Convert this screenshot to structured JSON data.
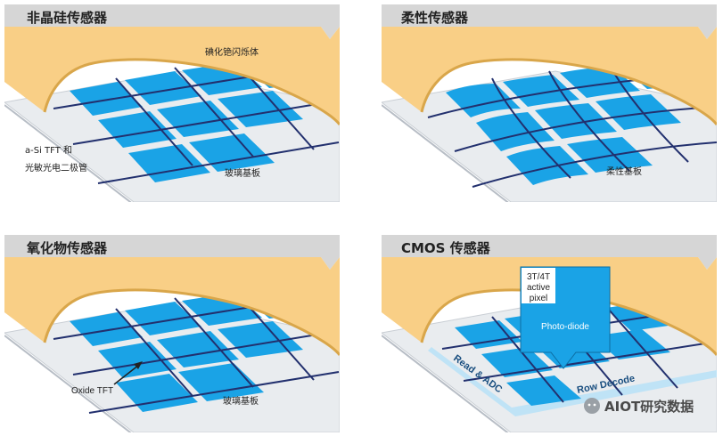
{
  "panels": {
    "amorphous": {
      "title": "非晶硅传感器",
      "scintillator_label": "碘化铯闪烁体",
      "tft_label_line1": "a-Si TFT 和",
      "tft_label_line2": "光敏光电二极管",
      "substrate_label": "玻璃基板"
    },
    "flexible": {
      "title": "柔性传感器",
      "substrate_label": "柔性基板"
    },
    "oxide": {
      "title": "氧化物传感器",
      "tft_label": "Oxide TFT",
      "substrate_label": "玻璃基板"
    },
    "cmos": {
      "title": "CMOS 传感器",
      "pixel_line1": "3T/4T",
      "pixel_line2": "active",
      "pixel_line3": "pixel",
      "photodiode_label": "Photo-diode",
      "read_adc_label": "Read & ADC",
      "row_decode_label": "Row Decode"
    }
  },
  "watermark": "AIOT研究数据",
  "colors": {
    "header": "#d6d6d6",
    "scintillator": "#f9cf86",
    "scintillator_edge": "#d9a64a",
    "pixel": "#1aa3e6",
    "substrate": "#e9ecef",
    "line": "#22306e"
  }
}
